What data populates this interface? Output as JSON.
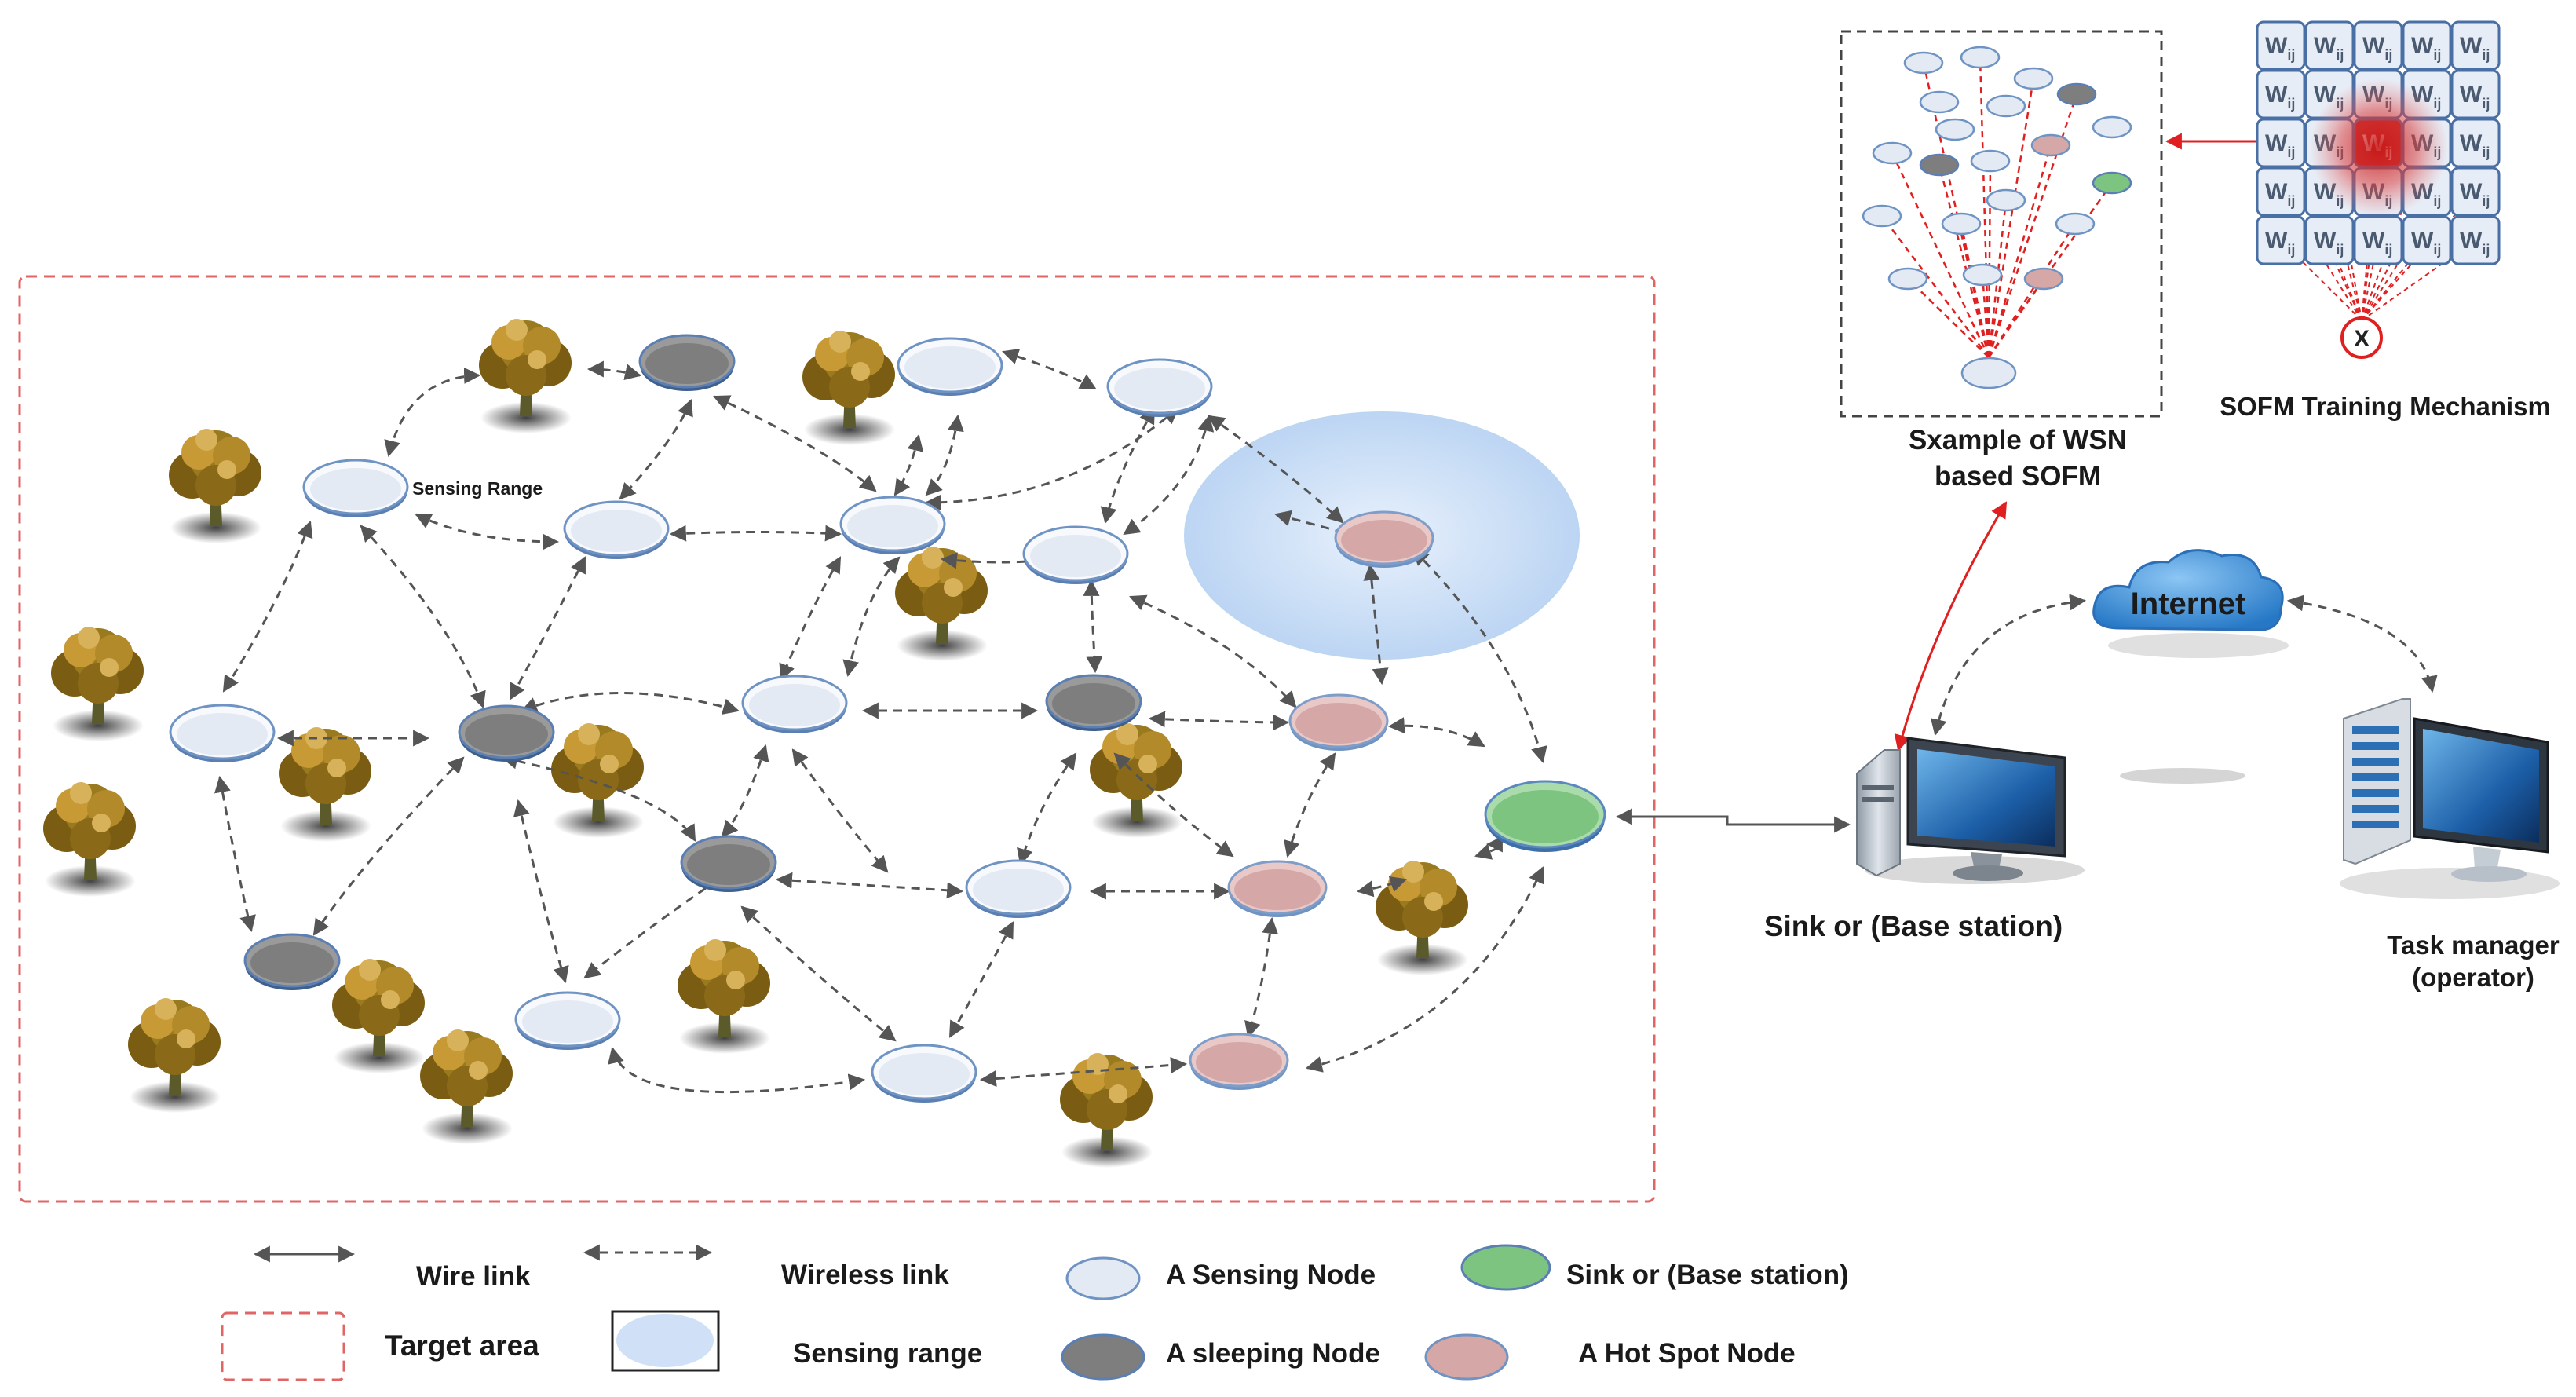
{
  "labels": {
    "sensing_range": "Sensing Range",
    "example_line1": "Sxample of WSN",
    "example_line2": "based SOFM",
    "sofm_training": "SOFM Training Mechanism",
    "internet": "Internet",
    "sink_caption": "Sink or (Base station)",
    "task_line1": "Task manager",
    "task_line2": "(operator)",
    "weight": "W",
    "weight_sub": "ij",
    "input_x": "X"
  },
  "legend": {
    "wire_link": "Wire link",
    "wireless_link": "Wireless link",
    "sensing_node": "A Sensing Node",
    "sink": "Sink or (Base station)",
    "target_area": "Target area",
    "sensing_range": "Sensing range",
    "sleeping_node": "A sleeping Node",
    "hot_spot_node": "A Hot Spot Node"
  },
  "colors": {
    "sensing_node": "#e3eaf4",
    "sleeping_node": "#7e7e7e",
    "hot_spot_node": "#d6a7a7",
    "sink_node": "#7cc47f",
    "node_rim": "#6f94c4",
    "target_border": "#e06666",
    "sensing_range_fill": "#cfe0f7",
    "link": "#555555",
    "sofm_link": "#e02020",
    "internet_cloud": "#3b8fd6",
    "tree_foliage": "#9a7a1e"
  }
}
